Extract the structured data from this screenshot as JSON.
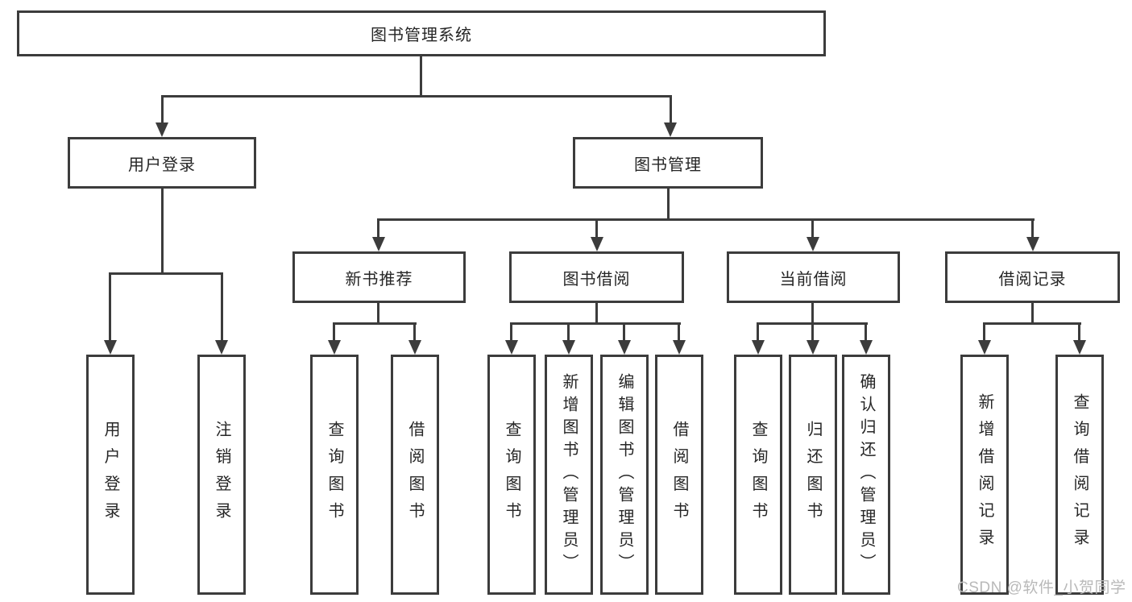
{
  "diagram": {
    "type": "hierarchy-tree",
    "colors": {
      "line": "#3c3c3c",
      "text": "#262626",
      "background": "#ffffff",
      "watermark": "#b9b9b9"
    },
    "nodes": {
      "root": "图书管理系统",
      "branches": [
        {
          "label": "用户登录",
          "leaves": [
            "用户登录",
            "注销登录"
          ]
        },
        {
          "label": "图书管理",
          "groups": [
            {
              "label": "新书推荐",
              "leaves": [
                "查询图书",
                "借阅图书"
              ]
            },
            {
              "label": "图书借阅",
              "leaves": [
                "查询图书",
                "新增图书（管理员）",
                "编辑图书（管理员）",
                "借阅图书"
              ]
            },
            {
              "label": "当前借阅",
              "leaves": [
                "查询图书",
                "归还图书",
                "确认归还（管理员）"
              ]
            },
            {
              "label": "借阅记录",
              "leaves": [
                "新增借阅记录",
                "查询借阅记录"
              ]
            }
          ]
        }
      ]
    },
    "watermark": "CSDN @软件_小贺同学"
  }
}
